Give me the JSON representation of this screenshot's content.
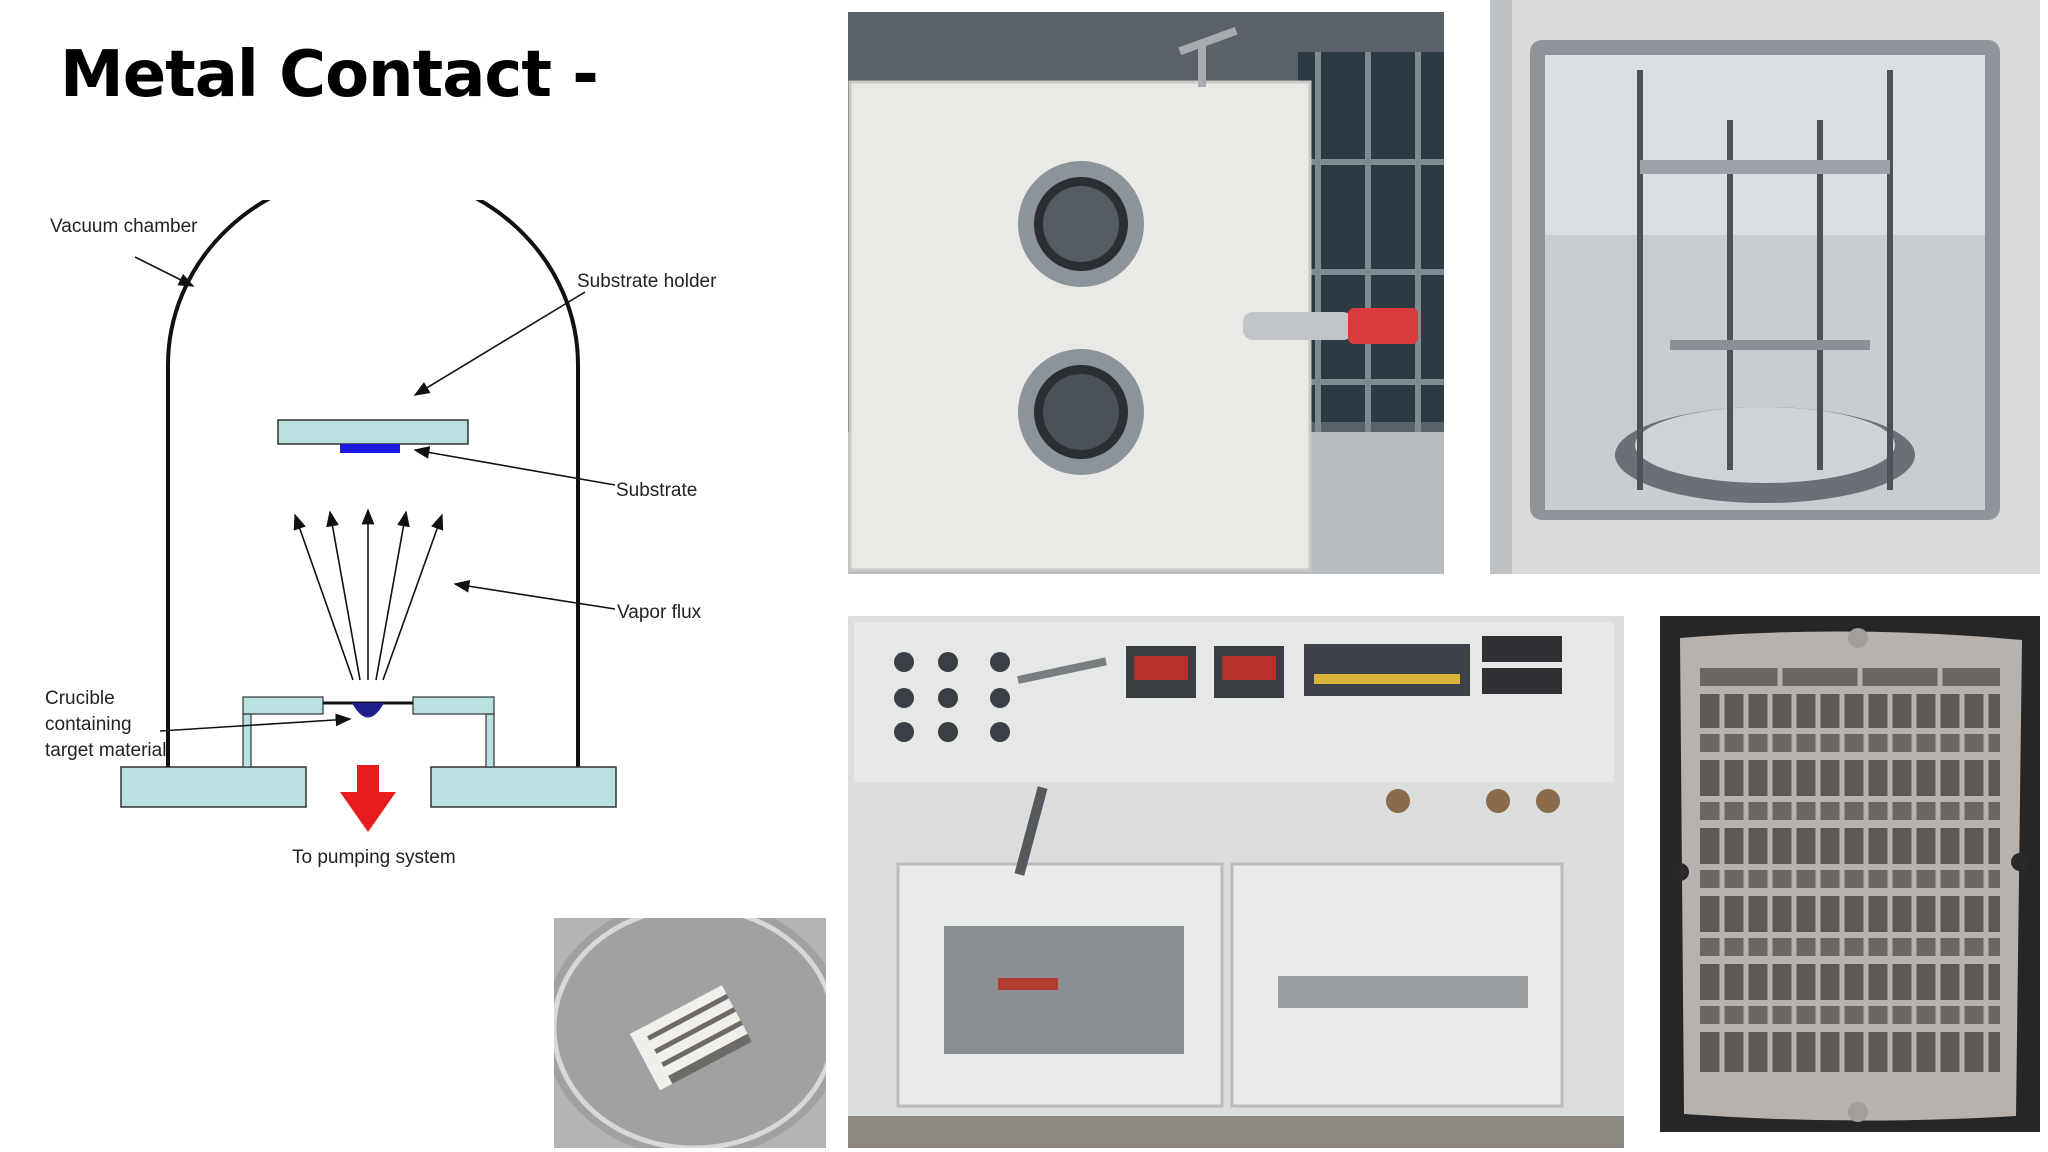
{
  "slide": {
    "title": "Metal Contact -"
  },
  "diagram": {
    "labels": {
      "vacuum_chamber": "Vacuum chamber",
      "substrate_holder": "Substrate holder",
      "substrate": "Substrate",
      "vapor_flux": "Vapor flux",
      "crucible_line1": "Crucible",
      "crucible_line2": "containing",
      "crucible_line3": "target material",
      "pumping": "To pumping system"
    },
    "colors": {
      "base": "#b9e1e2",
      "substrate": "#1a1adc",
      "arrow": "#e81c1c",
      "line": "#111111"
    }
  },
  "photos": {
    "chamber_front": {
      "icon": "vacuum-chamber-exterior"
    },
    "chamber_interior": {
      "icon": "vacuum-chamber-interior"
    },
    "sample": {
      "icon": "coated-sample-in-dish"
    },
    "evaporator": {
      "icon": "thermal-evaporation-system"
    },
    "mask": {
      "icon": "shadow-mask"
    }
  }
}
